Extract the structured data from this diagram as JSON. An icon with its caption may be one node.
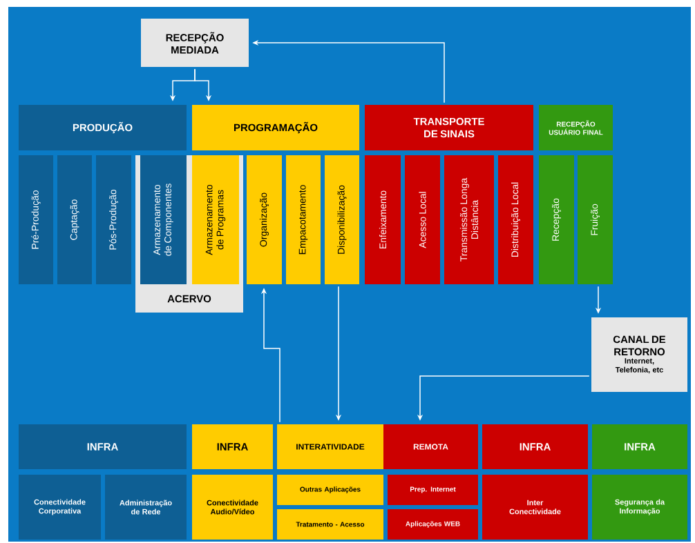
{
  "diagram": {
    "nodes": [
      {
        "text": [
          "RECEPÇÃO MEDIADA"
        ]
      },
      {
        "text": [
          "PRODUÇÃO"
        ]
      },
      {
        "text": [
          "PROGRAMAÇÃO"
        ]
      },
      {
        "text": [
          "TRANSPORTE DE SINAIS"
        ]
      },
      {
        "text": [
          "RECEPÇÃO USUÁRIO FINAL"
        ]
      },
      {
        "text": [
          "Pré-Produção"
        ]
      },
      {
        "text": [
          "Captação"
        ]
      },
      {
        "text": [
          "Pós-Produção"
        ]
      },
      {
        "text": [
          "ACERVO"
        ]
      },
      {
        "text": [
          "Armazenamento de Componentes"
        ],
        "in": 8
      },
      {
        "text": [
          "Armazenamento de Programas"
        ],
        "in": 8
      },
      {
        "text": [
          "Organização"
        ]
      },
      {
        "text": [
          "Empacotamento"
        ]
      },
      {
        "text": [
          "Disponibilização"
        ]
      },
      {
        "text": [
          "Enfeixamento"
        ]
      },
      {
        "text": [
          "Acesso Local"
        ]
      },
      {
        "text": [
          "Transmissão Longa Distância"
        ]
      },
      {
        "text": [
          "Distribuição Local"
        ]
      },
      {
        "text": [
          "Recepção"
        ]
      },
      {
        "text": [
          "Fruição"
        ]
      },
      {
        "text": [
          "CANAL DE RETORNO",
          "Internet, Telefonia, etc"
        ]
      },
      {
        "text": [
          "INFRA"
        ]
      },
      {
        "text": [
          "Conectividade Corporativa"
        ]
      },
      {
        "text": [
          "Administração de Rede"
        ]
      },
      {
        "text": [
          "INFRA"
        ]
      },
      {
        "text": [
          "Conectividade Audio/Vídeo"
        ]
      },
      {
        "text": [
          "INTERATIVIDADE"
        ]
      },
      {
        "text": [
          "REMOTA"
        ]
      },
      {
        "text": [
          "Outras Aplicações"
        ]
      },
      {
        "text": [
          "Tratamento - Acesso"
        ]
      },
      {
        "text": [
          "Prep. Internet"
        ]
      },
      {
        "text": [
          "Aplicações WEB"
        ]
      },
      {
        "text": [
          "INFRA"
        ]
      },
      {
        "text": [
          "Inter Conectividade"
        ]
      },
      {
        "text": [
          "INFRA"
        ]
      },
      {
        "text": [
          "Segurança da Informação"
        ]
      }
    ],
    "edges": [
      {
        "from": 0,
        "to": 1,
        "arrow": "to"
      },
      {
        "from": 0,
        "to": 2,
        "arrow": "to"
      },
      {
        "from": 3,
        "to": 0,
        "arrow": "to"
      },
      {
        "from": 26,
        "to": 11,
        "arrow": "to"
      },
      {
        "from": 13,
        "to": 26,
        "arrow": "to"
      },
      {
        "from": 19,
        "to": 20,
        "arrow": "to"
      },
      {
        "from": 20,
        "to": 27,
        "arrow": "to"
      }
    ]
  }
}
